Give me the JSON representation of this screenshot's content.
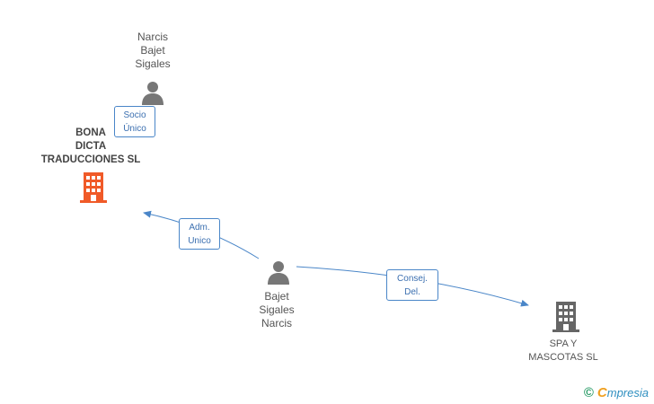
{
  "nodes": {
    "person_top": {
      "label": "Narcis\nBajet\nSigales"
    },
    "person_center": {
      "label": "Bajet\nSigales\nNarcis"
    },
    "company_main": {
      "label": "BONA\nDICTA\nTRADUCCIONES SL",
      "color": "#f05a28"
    },
    "company_other": {
      "label": "SPA Y\nMASCOTAS SL",
      "color": "#666666"
    }
  },
  "edges": {
    "socio": {
      "label": "Socio\nÚnico"
    },
    "adm": {
      "label": "Adm.\nUnico"
    },
    "consej": {
      "label": "Consej.\nDel."
    }
  },
  "colors": {
    "edge": "#4a86c8",
    "person_icon": "#777777"
  },
  "footer": {
    "copyright": "©",
    "brand_first": "C",
    "brand_rest": "mpresia"
  }
}
